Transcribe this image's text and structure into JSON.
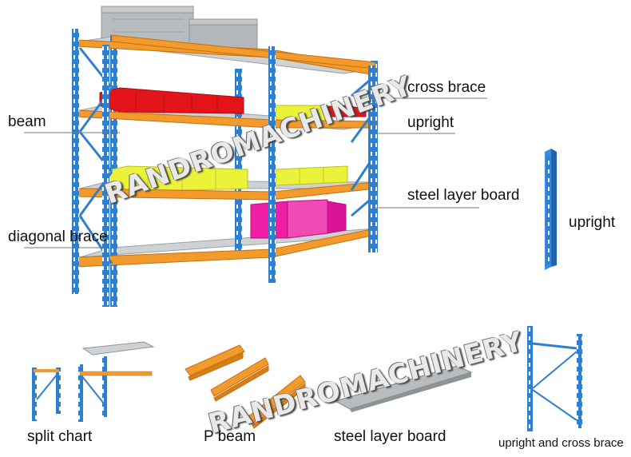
{
  "watermark": "RANDROMACHINERY",
  "callouts": {
    "beam": "beam",
    "diagonal_brace": "diagonal brace",
    "cross_brace": "cross brace",
    "upright": "upright",
    "steel_layer_board": "steel layer board"
  },
  "side_part": {
    "upright": "upright"
  },
  "components": {
    "split_chart": "split chart",
    "p_beam": "P beam",
    "steel_layer_board": "steel layer board",
    "upright_and_cross_brace": "upright and cross brace"
  },
  "colors": {
    "upright_blue": "#2f7fd0",
    "beam_orange": "#f39a2c",
    "board_grey": "#cfd2d4",
    "bin_red": "#e3151b",
    "bin_yellow": "#eaf23a",
    "box_magenta": "#ee1fa6",
    "crate_grey": "#b9bcbe"
  }
}
